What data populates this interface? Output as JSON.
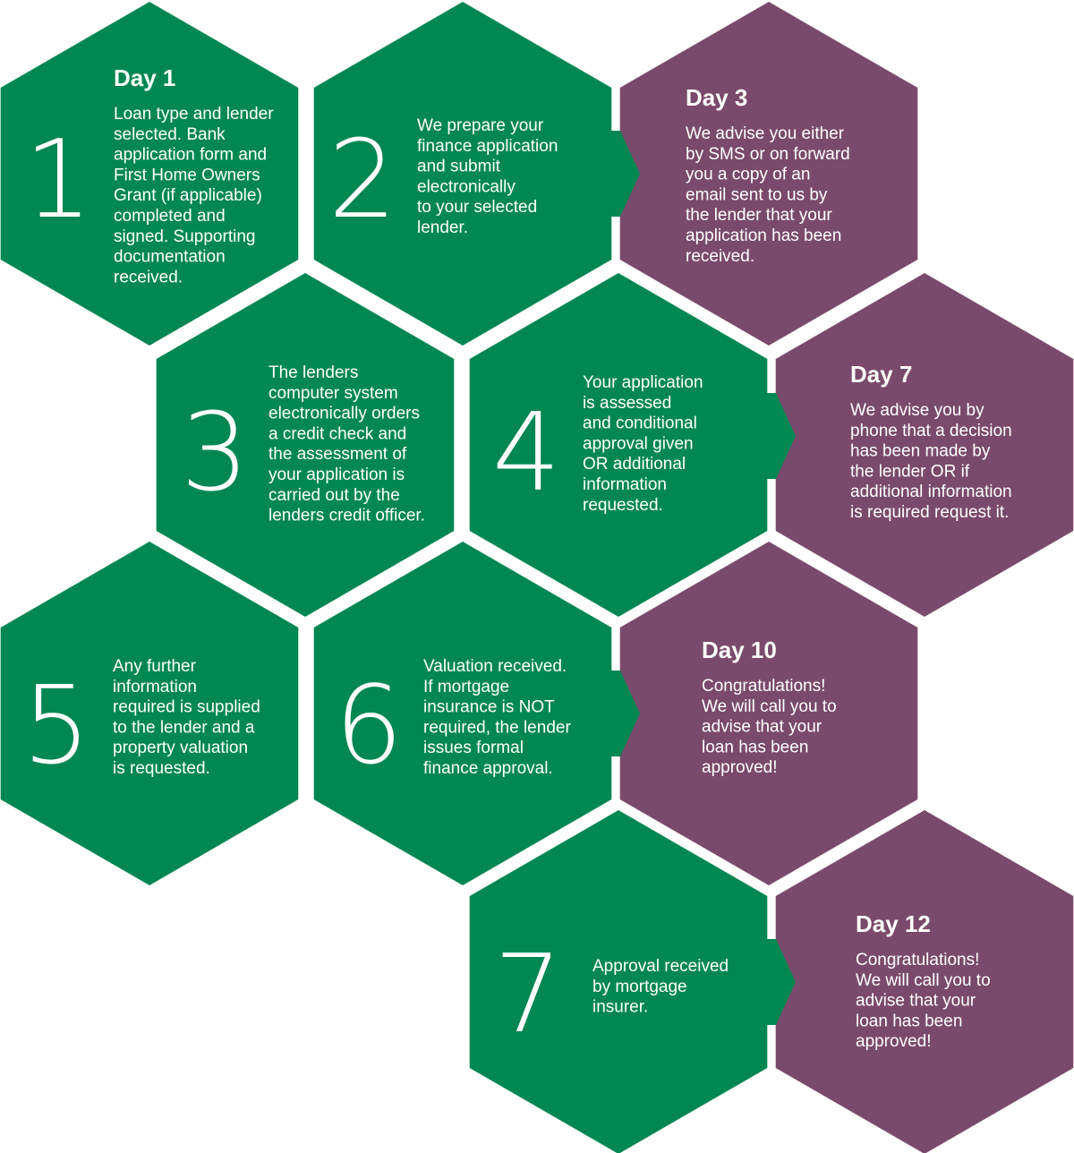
{
  "colors": {
    "green": "#018752",
    "purple": "#7A4A6C",
    "text": "#FFFFFF"
  },
  "steps": [
    {
      "number": "1",
      "day": "Day 1",
      "lines": [
        "Loan type and lender",
        "selected. Bank",
        "application form and",
        "First Home Owners",
        "Grant (if applicable)",
        "completed and",
        "signed. Supporting",
        "documentation",
        "received."
      ]
    },
    {
      "number": "2",
      "day": "",
      "lines": [
        "We prepare your",
        "finance application",
        "and submit",
        "electronically",
        "to your selected",
        "lender."
      ]
    },
    {
      "number": "3",
      "day": "",
      "lines": [
        "The lenders",
        "computer system",
        "electronically orders",
        "a credit check and",
        "the assessment of",
        "your application is",
        "carried out by the",
        "lenders credit officer."
      ]
    },
    {
      "number": "4",
      "day": "",
      "lines": [
        "Your application",
        "is assessed",
        "and conditional",
        "approval given",
        "OR additional",
        "information",
        "requested."
      ]
    },
    {
      "number": "5",
      "day": "",
      "lines": [
        "Any further",
        "information",
        "required is supplied",
        "to the lender and a",
        "property valuation",
        "is requested."
      ]
    },
    {
      "number": "6",
      "day": "",
      "lines": [
        "Valuation received.",
        "If mortgage",
        "insurance is NOT",
        "required, the lender",
        "issues formal",
        "finance approval."
      ]
    },
    {
      "number": "7",
      "day": "",
      "lines": [
        "Approval received",
        "by mortgage",
        "insurer."
      ]
    }
  ],
  "milestones": [
    {
      "day": "Day 3",
      "lines": [
        "We advise you either",
        "by SMS or on forward",
        "you a copy of an",
        "email sent to us by",
        "the lender that your",
        "application has been",
        "received."
      ]
    },
    {
      "day": "Day 7",
      "lines": [
        "We advise you by",
        "phone that a decision",
        "has been made by",
        "the lender OR if",
        "additional information",
        "is required request it."
      ]
    },
    {
      "day": "Day 10",
      "lines": [
        "Congratulations!",
        "We will call you to",
        "advise that your",
        "loan has been",
        "approved!"
      ]
    },
    {
      "day": "Day 12",
      "lines": [
        "Congratulations!",
        "We will call you to",
        "advise that your",
        "loan has been",
        "approved!"
      ]
    }
  ]
}
